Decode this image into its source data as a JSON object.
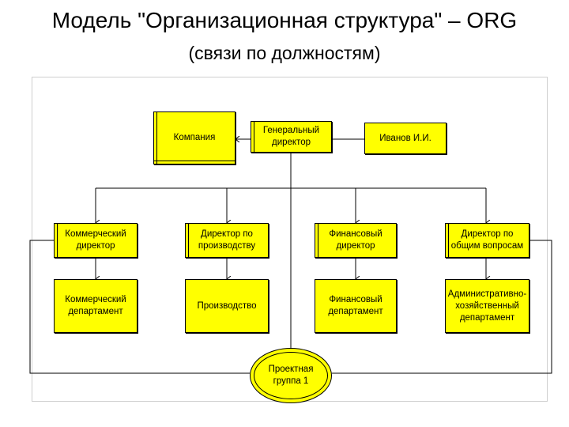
{
  "title": "Модель \"Организационная структура\" – ORG",
  "subtitle": "(связи по должностям)",
  "nodes": {
    "company": "Компания",
    "general_director": "Генеральный\nдиректор",
    "ivanov": "Иванов И.И.",
    "commercial_director": "Коммерческий\nдиректор",
    "production_director": "Директор по\nпроизводству",
    "financial_director": "Финансовый\nдиректор",
    "general_affairs_director": "Директор по\nобщим вопросам",
    "commercial_department": "Коммерческий\nдепартамент",
    "production": "Производство",
    "financial_department": "Финансовый\nдепартамент",
    "admin_department": "Административно-\nхозяйственный\nдепартамент",
    "project_group": "Проектная\nгруппа 1"
  },
  "colors": {
    "box_fill": "#ffff00",
    "line": "#000000",
    "background": "#ffffff"
  }
}
